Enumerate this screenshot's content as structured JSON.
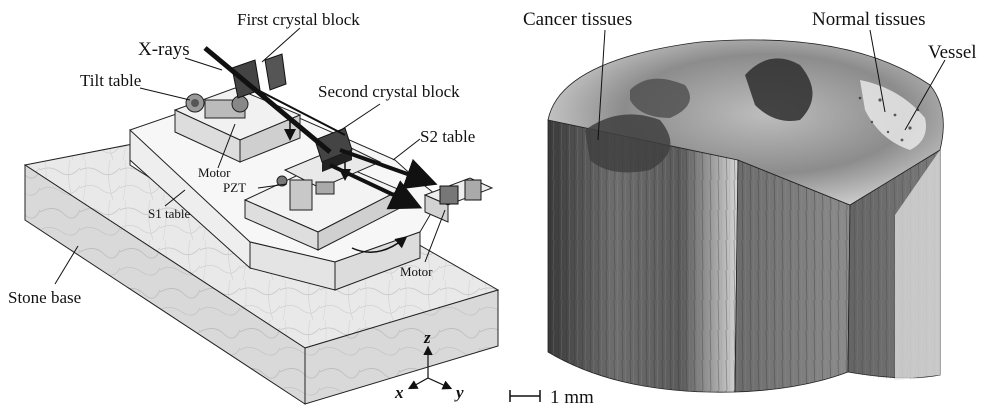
{
  "left_diagram": {
    "labels": {
      "first_crystal_block": "First crystal block",
      "x_rays": "X-rays",
      "tilt_table": "Tilt table",
      "second_crystal_block": "Second crystal block",
      "s2_table": "S2 table",
      "motor_upper": "Motor",
      "pzt": "PZT",
      "s1_table": "S1 table",
      "motor_lower": "Motor",
      "stone_base": "Stone base"
    },
    "axes": {
      "z": "z",
      "x": "x",
      "y": "y"
    }
  },
  "right_image": {
    "labels": {
      "cancer_tissues": "Cancer tissues",
      "normal_tissues": "Normal tissues",
      "vessel": "Vessel"
    },
    "scale_bar": "1 mm"
  },
  "colors": {
    "line": "#111111",
    "paper": "#ffffff"
  }
}
